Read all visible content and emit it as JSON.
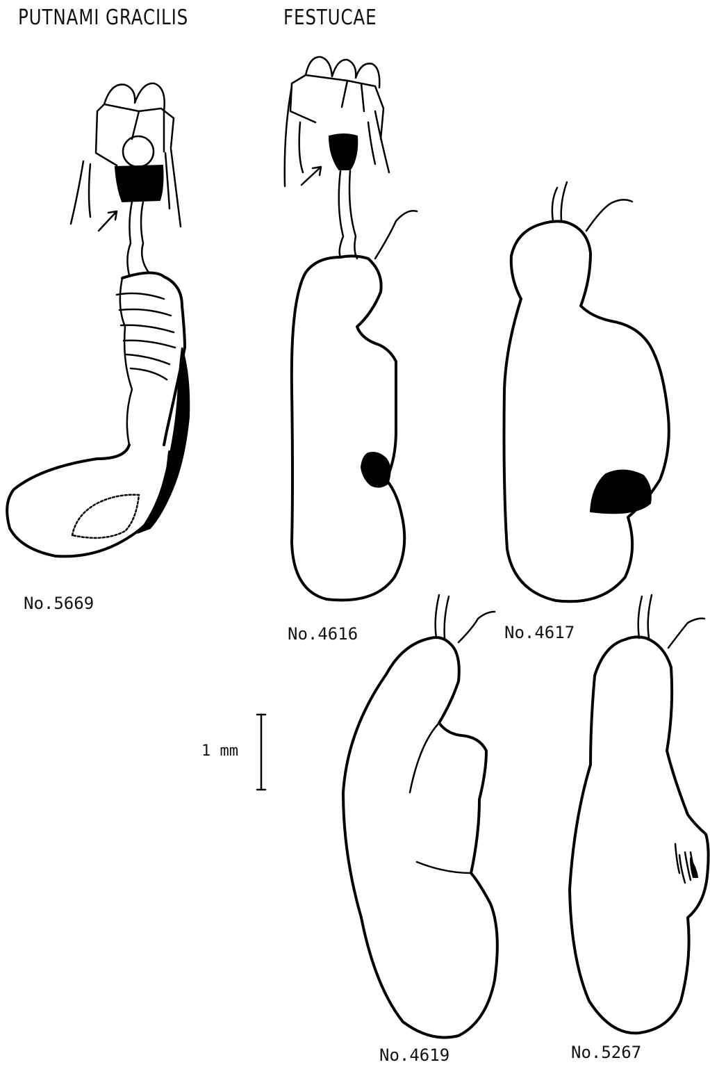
{
  "headings": {
    "left": "PUTNAMI GRACILIS",
    "right": "FESTUCAE"
  },
  "specimens": [
    {
      "label": "No.5669"
    },
    {
      "label": "No.4616"
    },
    {
      "label": "No.4617"
    },
    {
      "label": "No.4619"
    },
    {
      "label": "No.5267"
    }
  ],
  "scale_bar": {
    "label": "1 mm"
  }
}
